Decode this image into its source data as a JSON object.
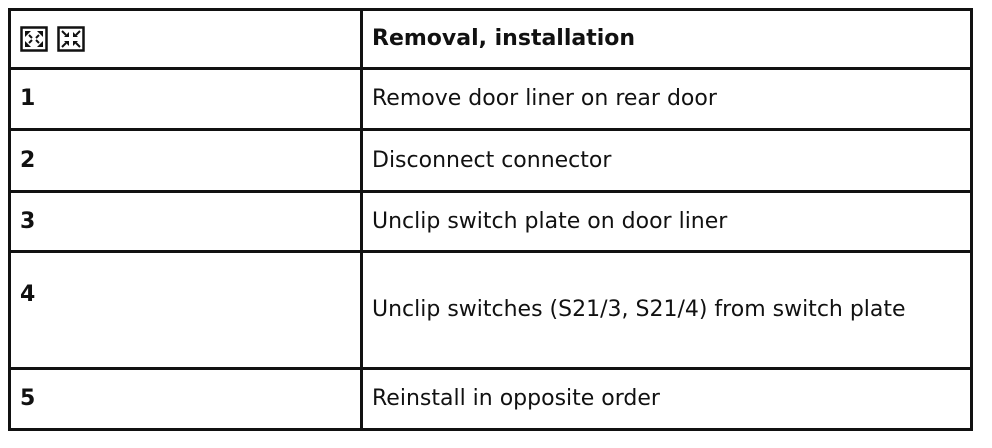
{
  "table": {
    "header": {
      "icons": [
        "expand-arrows-icon",
        "collapse-arrows-icon"
      ],
      "title": "Removal, installation"
    },
    "rows": [
      {
        "num": "1",
        "text": "Remove door liner on rear door"
      },
      {
        "num": "2",
        "text": "Disconnect connector"
      },
      {
        "num": "3",
        "text": "Unclip switch plate on door liner"
      },
      {
        "num": "4",
        "text": "Unclip switches (S21/3, S21/4) from switch plate"
      },
      {
        "num": "5",
        "text": "Reinstall in opposite order"
      }
    ]
  }
}
